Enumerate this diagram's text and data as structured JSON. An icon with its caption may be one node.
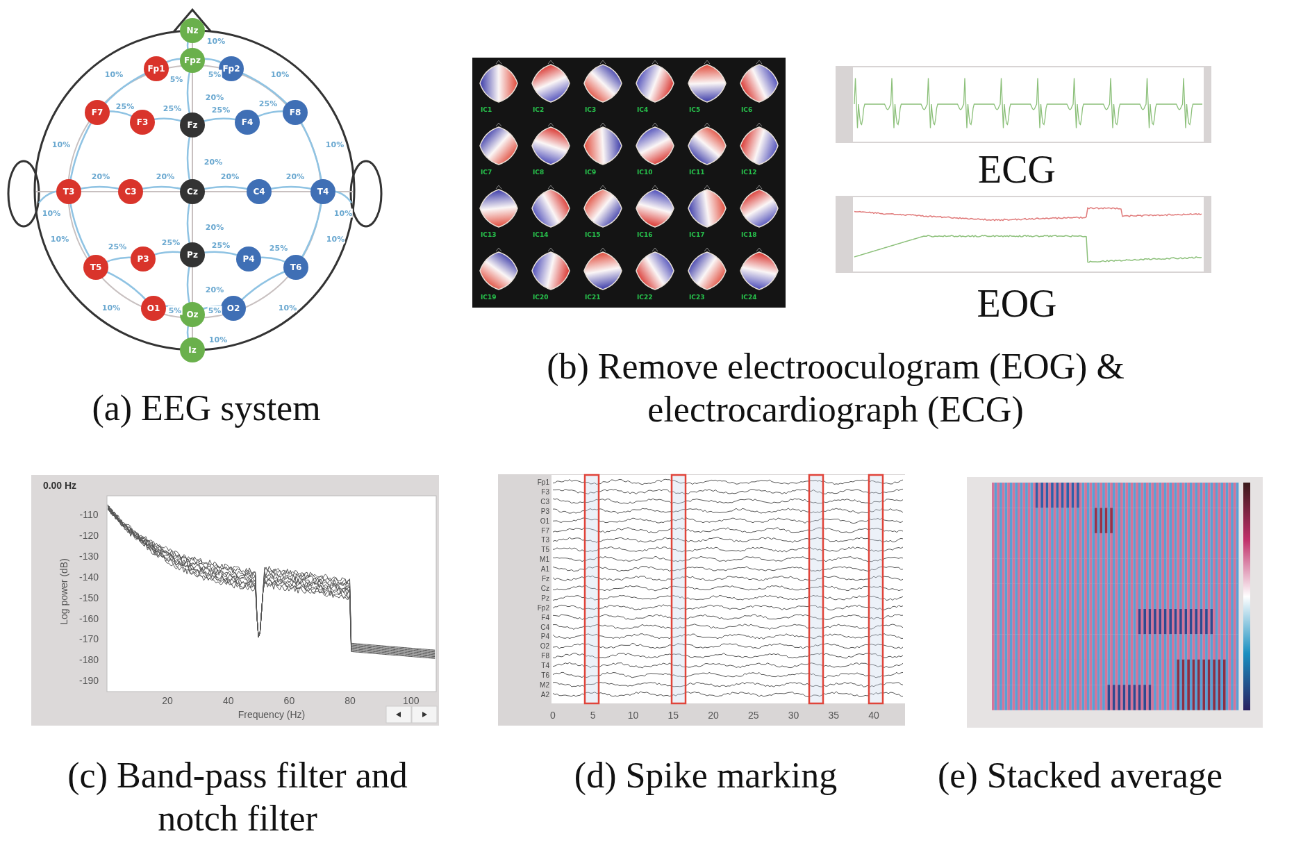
{
  "diagram": {
    "nodes": [
      {
        "text": [
          "Nz"
        ]
      },
      {
        "text": [
          "Fpz"
        ]
      },
      {
        "text": [
          "Fp1"
        ]
      },
      {
        "text": [
          "Fp2"
        ]
      },
      {
        "text": [
          "F7"
        ]
      },
      {
        "text": [
          "F3"
        ]
      },
      {
        "text": [
          "Fz"
        ]
      },
      {
        "text": [
          "F4"
        ]
      },
      {
        "text": [
          "F8"
        ]
      },
      {
        "text": [
          "T3"
        ]
      },
      {
        "text": [
          "C3"
        ]
      },
      {
        "text": [
          "Cz"
        ]
      },
      {
        "text": [
          "C4"
        ]
      },
      {
        "text": [
          "T4"
        ]
      },
      {
        "text": [
          "T5"
        ]
      },
      {
        "text": [
          "P3"
        ]
      },
      {
        "text": [
          "Pz"
        ]
      },
      {
        "text": [
          "P4"
        ]
      },
      {
        "text": [
          "T6"
        ]
      },
      {
        "text": [
          "O1"
        ]
      },
      {
        "text": [
          "Oz"
        ]
      },
      {
        "text": [
          "O2"
        ]
      },
      {
        "text": [
          "Iz"
        ]
      }
    ],
    "labels": [
      "10%",
      "10%",
      "5%",
      "5%",
      "10%",
      "20%",
      "25%",
      "25%",
      "25%",
      "25%",
      "10%",
      "10%",
      "20%",
      "20%",
      "20%",
      "20%",
      "20%",
      "10%",
      "10%",
      "20%",
      "10%",
      "10%",
      "25%",
      "25%",
      "25%",
      "25%",
      "20%",
      "10%",
      "5%",
      "5%",
      "10%",
      "10%",
      "IC1",
      "IC2",
      "IC3",
      "IC4",
      "IC5",
      "IC6",
      "IC7",
      "IC8",
      "IC9",
      "IC10",
      "IC11",
      "IC12",
      "IC13",
      "IC14",
      "IC15",
      "IC16",
      "IC17",
      "IC18",
      "IC19",
      "IC20",
      "IC21",
      "IC22",
      "IC23",
      "IC24",
      "ECG",
      "EOG",
      "(a) EEG system",
      "(b) Remove electrooculogram (EOG) & electrocardiograph (ECG)",
      "0.00 Hz",
      "-110",
      "-120",
      "-130",
      "-140",
      "-150",
      "-160",
      "-170",
      "-180",
      "-190",
      "Log power (dB)",
      "20",
      "40",
      "60",
      "80",
      "100",
      "Frequency (Hz)",
      "Fp1",
      "F3",
      "C3",
      "P3",
      "O1",
      "F7",
      "T3",
      "T5",
      "M1",
      "A1",
      "Fz",
      "Cz",
      "Pz",
      "Fp2",
      "F4",
      "C4",
      "P4",
      "O2",
      "F8",
      "T4",
      "T6",
      "M2",
      "A2",
      "0",
      "5",
      "10",
      "15",
      "20",
      "25",
      "30",
      "35",
      "40",
      "(c) Band-pass filter and notch filter",
      "(d) Spike marking",
      "(e) Stacked average"
    ]
  }
}
